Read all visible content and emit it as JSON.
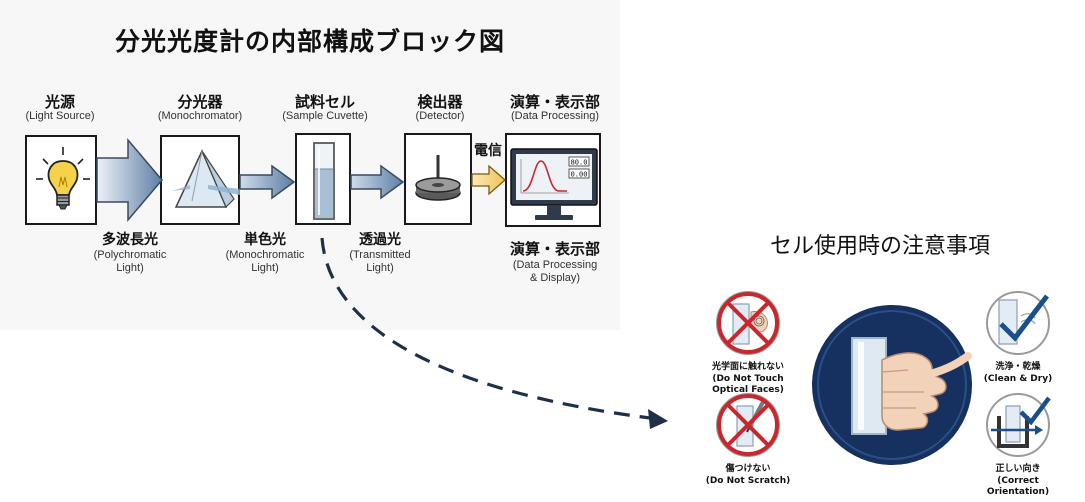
{
  "diagram": {
    "title": "分光光度計の内部構成ブロック図",
    "stages": [
      {
        "name": "光源",
        "sub": "(Light Source)"
      },
      {
        "name": "分光器",
        "sub": "(Monochromator)"
      },
      {
        "name": "試料セル",
        "sub": "(Sample Cuvette)"
      },
      {
        "name": "検出器",
        "sub": "(Detector)"
      },
      {
        "name": "演算・表示部",
        "sub": "(Data Processing)"
      }
    ],
    "beams": [
      {
        "name": "多波長光",
        "sub_lines": [
          "(Polychromatic",
          "Light)"
        ]
      },
      {
        "name": "単色光",
        "sub_lines": [
          "(Monochromatic",
          "Light)"
        ]
      },
      {
        "name": "透過光",
        "sub_lines": [
          "(Transmitted",
          "Light)"
        ]
      }
    ],
    "signal_label": "電信",
    "bottom_label": {
      "name": "演算・表示部",
      "sub_lines": [
        "(Data Processing",
        "& Display)"
      ]
    },
    "monitor_readouts": [
      "80.0",
      "0.00"
    ]
  },
  "cautions": {
    "heading": "セル使用時の注意事項",
    "items": [
      {
        "jp": "光学面に触れない",
        "en": "(Do Not Touch Optical Faces)"
      },
      {
        "jp": "傷つけない",
        "en": "(Do Not Scratch)"
      },
      {
        "jp": "洗浄・乾燥",
        "en": "(Clean & Dry)"
      },
      {
        "jp": "正しい向き",
        "en": "(Correct Orientation)"
      }
    ]
  },
  "colors": {
    "navy": "#16315f",
    "prohibit_red": "#c8282d",
    "check_blue": "#1b4f8c",
    "bulb_yellow": "#f6d24a",
    "signal_yellow": "#f4d27a"
  }
}
